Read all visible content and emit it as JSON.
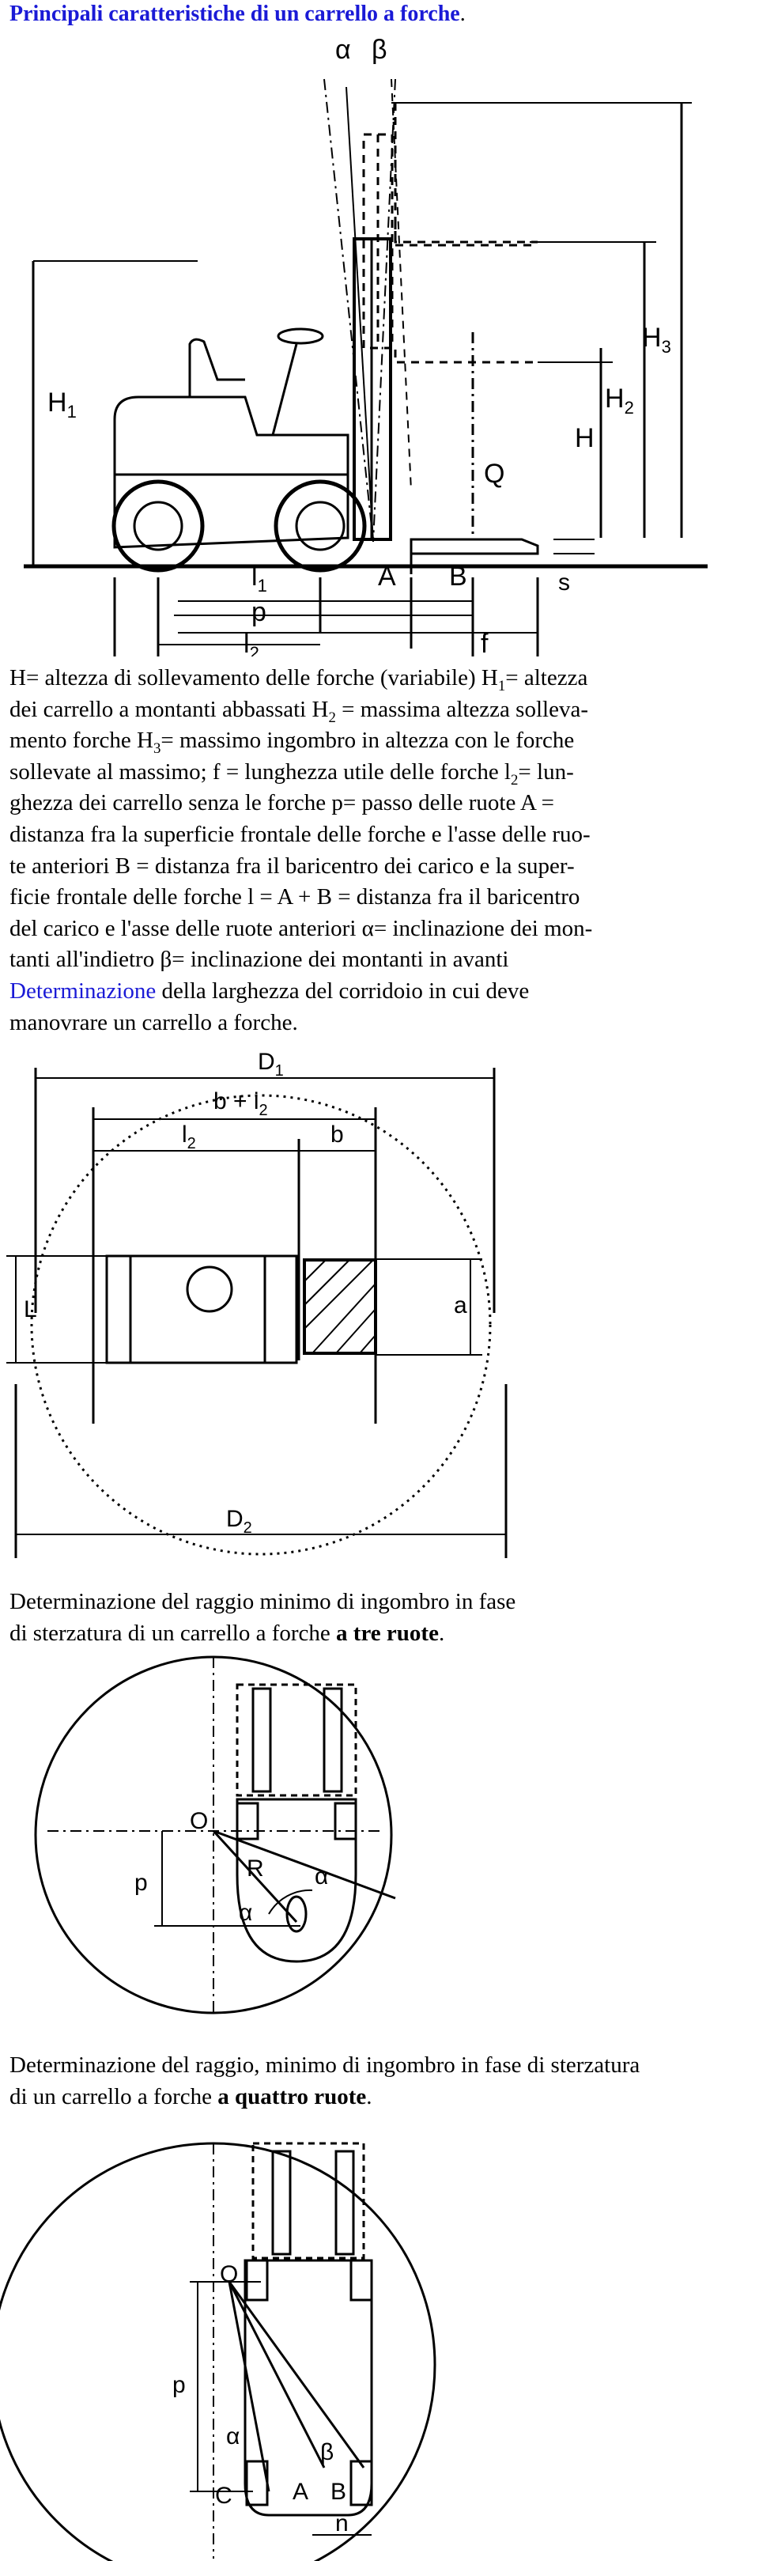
{
  "title": "Principali caratteristiche di un carrello a forche",
  "title_end": ".",
  "fig1": {
    "labels": {
      "alpha": "α",
      "beta": "β",
      "H1": "H",
      "H1_sub": "1",
      "H3": "H",
      "H3_sub": "3",
      "H2": "H",
      "H2_sub": "2",
      "H": "H",
      "Q": "Q",
      "s": "s",
      "l1": "l",
      "l1_sub": "1",
      "A": "A",
      "B": "B",
      "p": "p",
      "l2": "l",
      "l2_sub": "2",
      "f": "f"
    }
  },
  "description": {
    "p01": "H= altezza di sollevamento delle forche (variabile) H",
    "p01_sub": "1",
    "p02": "= altezza",
    "p03": "dei carrello a montanti abbassati H",
    "p03_sub": "2",
    "p04": " = massima altezza solleva-",
    "p05": "mento forche H",
    "p05_sub": "3",
    "p06": "= massimo ingombro in altezza con le forche",
    "p07": "sollevate al massimo; f = lunghezza utile delle forche l",
    "p07_sub": "2",
    "p08": "= lun-",
    "p09": "ghezza dei carrello senza le forche p= passo delle ruote A =",
    "p10": "distanza fra la superficie frontale delle forche e l'asse delle ruo-",
    "p11": "te anteriori B = distanza fra il baricentro dei carico e la super-",
    "p12": "ficie frontale delle forche l = A + B = distanza fra il baricentro",
    "p13": "del carico e l'asse delle ruote anteriori α= inclinazione dei mon-",
    "p14": "tanti all'indietro β= inclinazione dei montanti in avanti",
    "link": "Determinazione",
    "p15": " della larghezza del corridoio in cui deve",
    "p16": "manovrare un carrello a forche."
  },
  "fig2": {
    "labels": {
      "D1": "D",
      "D1_sub": "1",
      "b_i2": "b + i",
      "b_i2_sub": "2",
      "l2": "l",
      "l2_sub": "2",
      "b": "b",
      "L": "L",
      "a": "a",
      "D2": "D",
      "D2_sub": "2"
    }
  },
  "caption3": {
    "line1": "Determinazione del raggio minimo di ingombro in fase",
    "line2": "di sterzatura di un carrello a forche ",
    "bold": "a tre ruote",
    "end": "."
  },
  "fig3": {
    "labels": {
      "O": "O",
      "p": "p",
      "R": "R",
      "alpha1": "α",
      "alpha2": "α"
    }
  },
  "caption4": {
    "line1": "Determinazione del raggio, minimo di ingombro in fase di sterzatura",
    "line2": "di un carrello a forche ",
    "bold": "a quattro ruote",
    "end": "."
  },
  "fig4": {
    "labels": {
      "O": "O",
      "p": "p",
      "C": "C",
      "alpha": "α",
      "beta": "β",
      "A": "A",
      "B": "B",
      "n": "n"
    }
  }
}
